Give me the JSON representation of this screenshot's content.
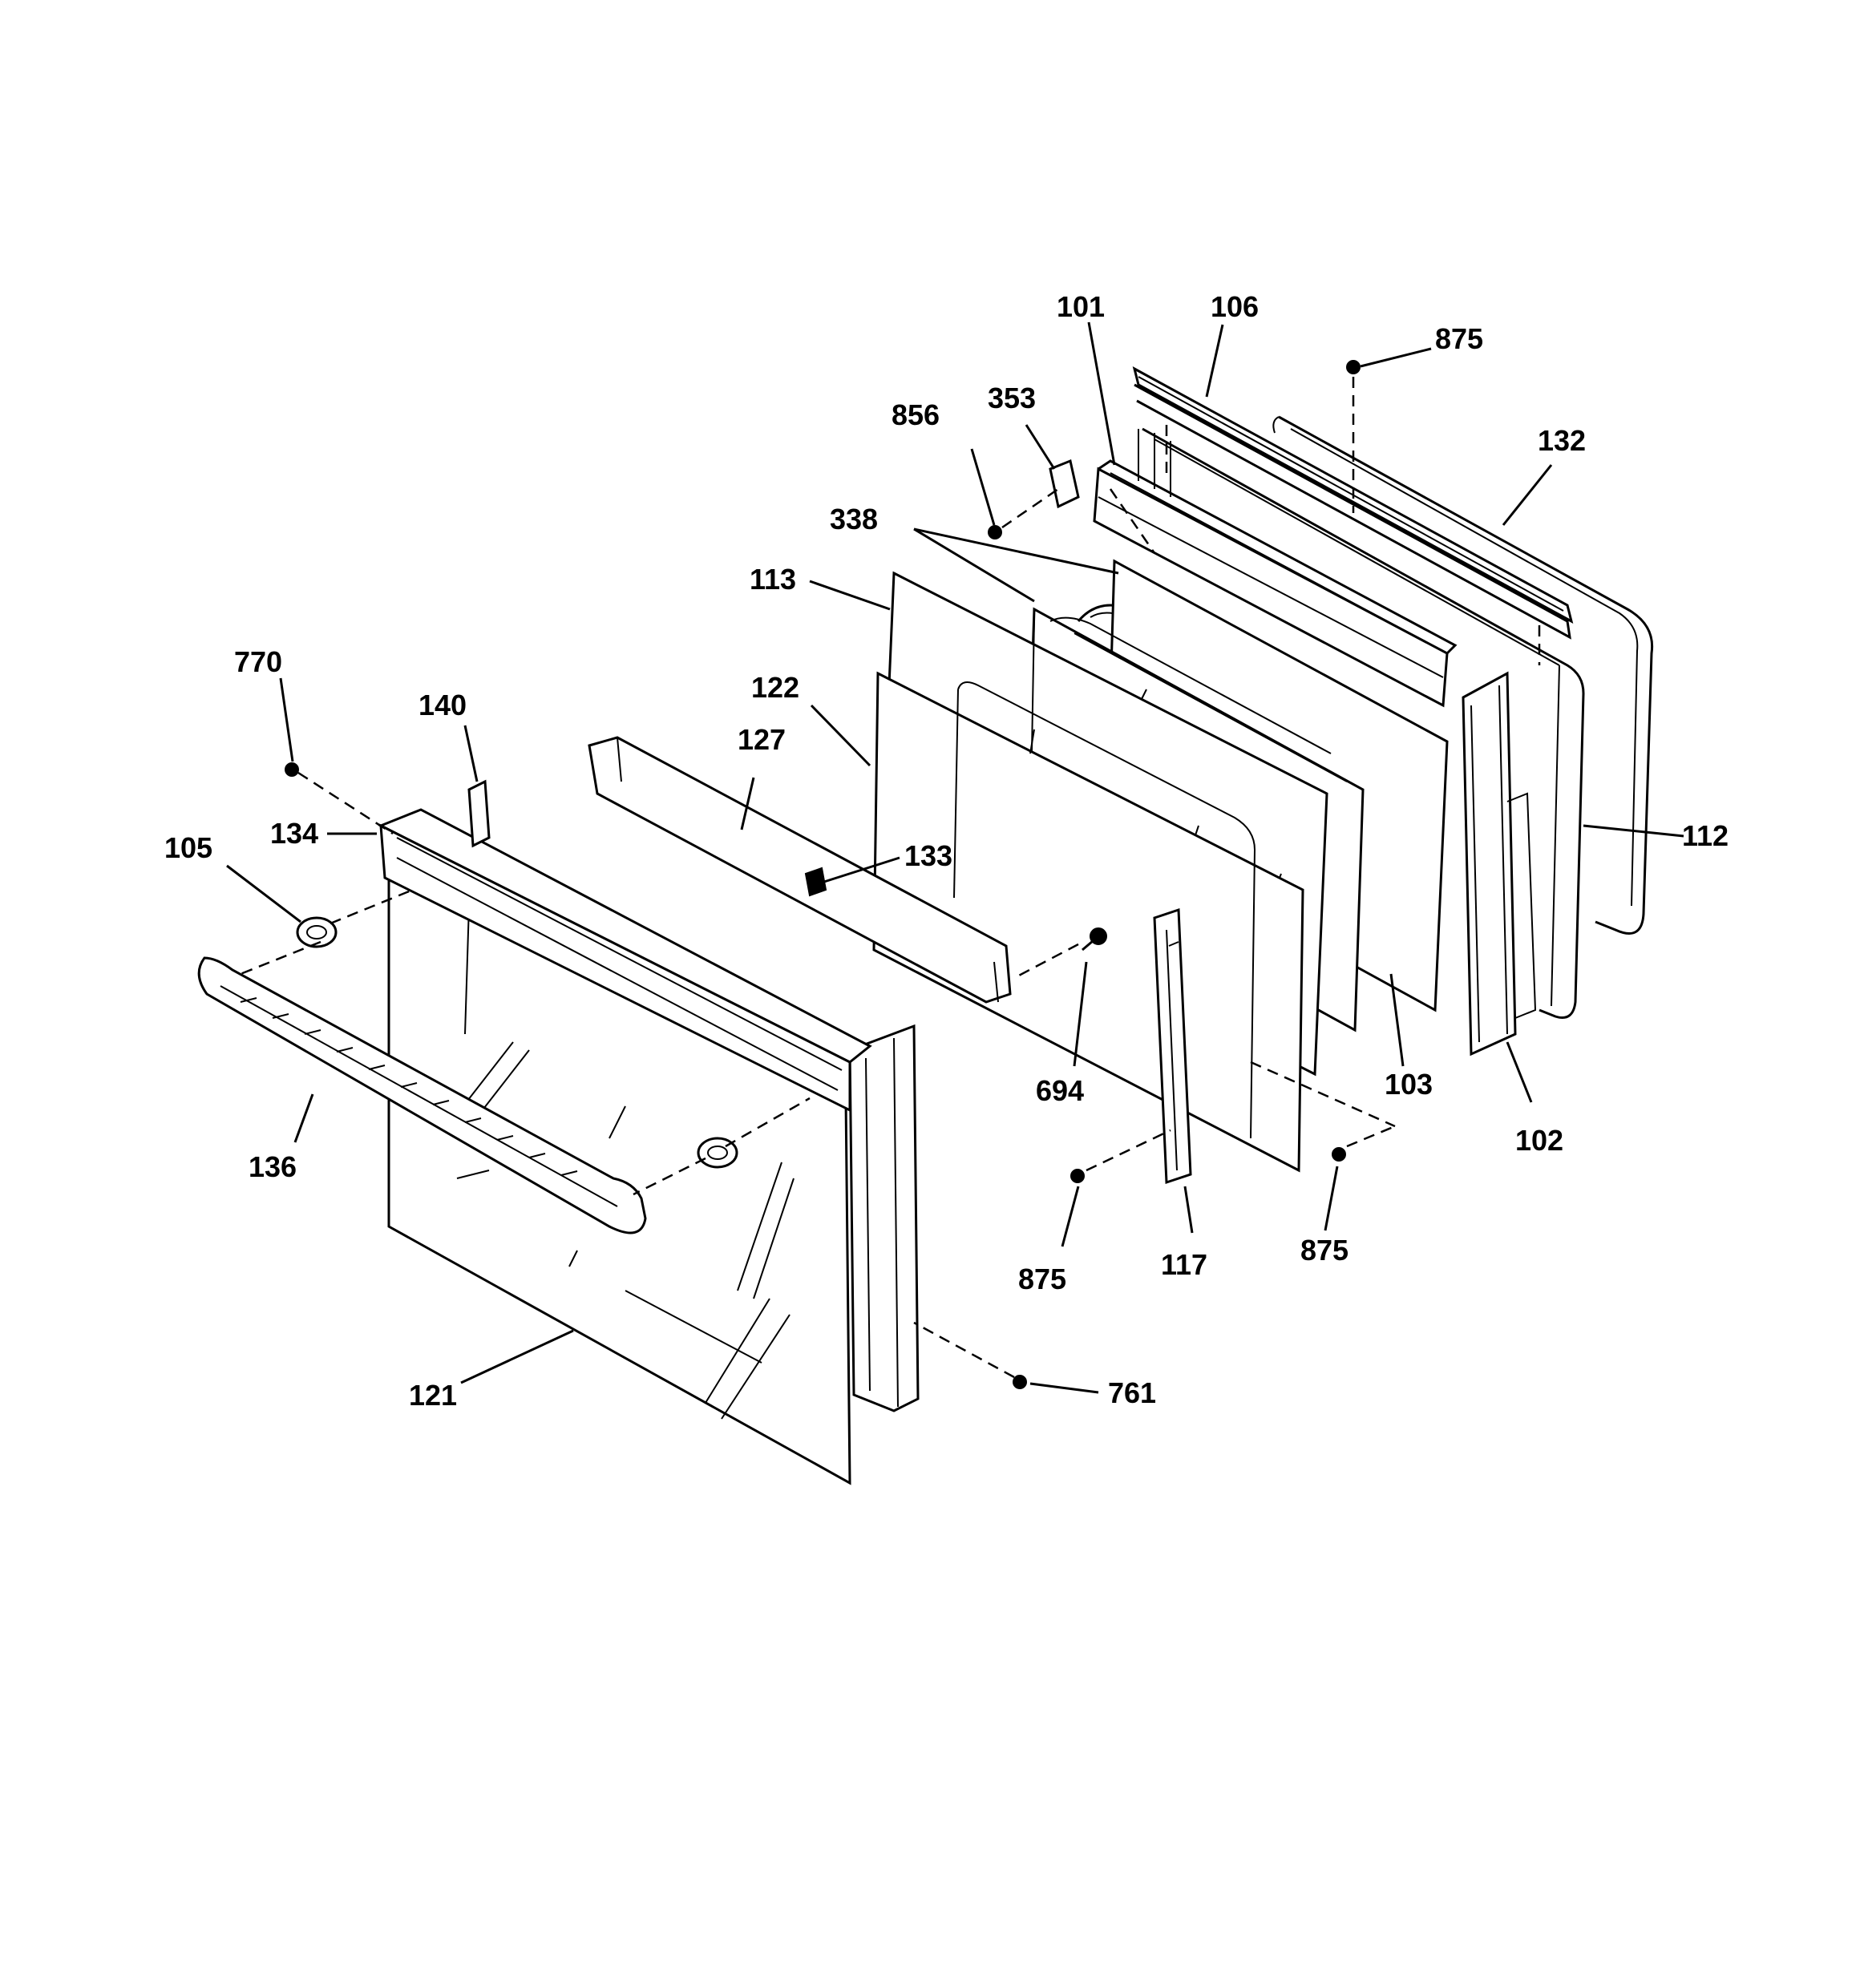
{
  "diagram": {
    "line_color": "#000000",
    "background": "#ffffff",
    "labels": {
      "p101": "101",
      "p106": "106",
      "p875_top": "875",
      "p132": "132",
      "p856": "856",
      "p353": "353",
      "p338": "338",
      "p113": "113",
      "p770": "770",
      "p140": "140",
      "p122": "122",
      "p127": "127",
      "p105": "105",
      "p134": "134",
      "p133": "133",
      "p112": "112",
      "p694": "694",
      "p103": "103",
      "p102": "102",
      "p136": "136",
      "p875_left": "875",
      "p117": "117",
      "p875_right": "875",
      "p121": "121",
      "p761": "761"
    }
  }
}
